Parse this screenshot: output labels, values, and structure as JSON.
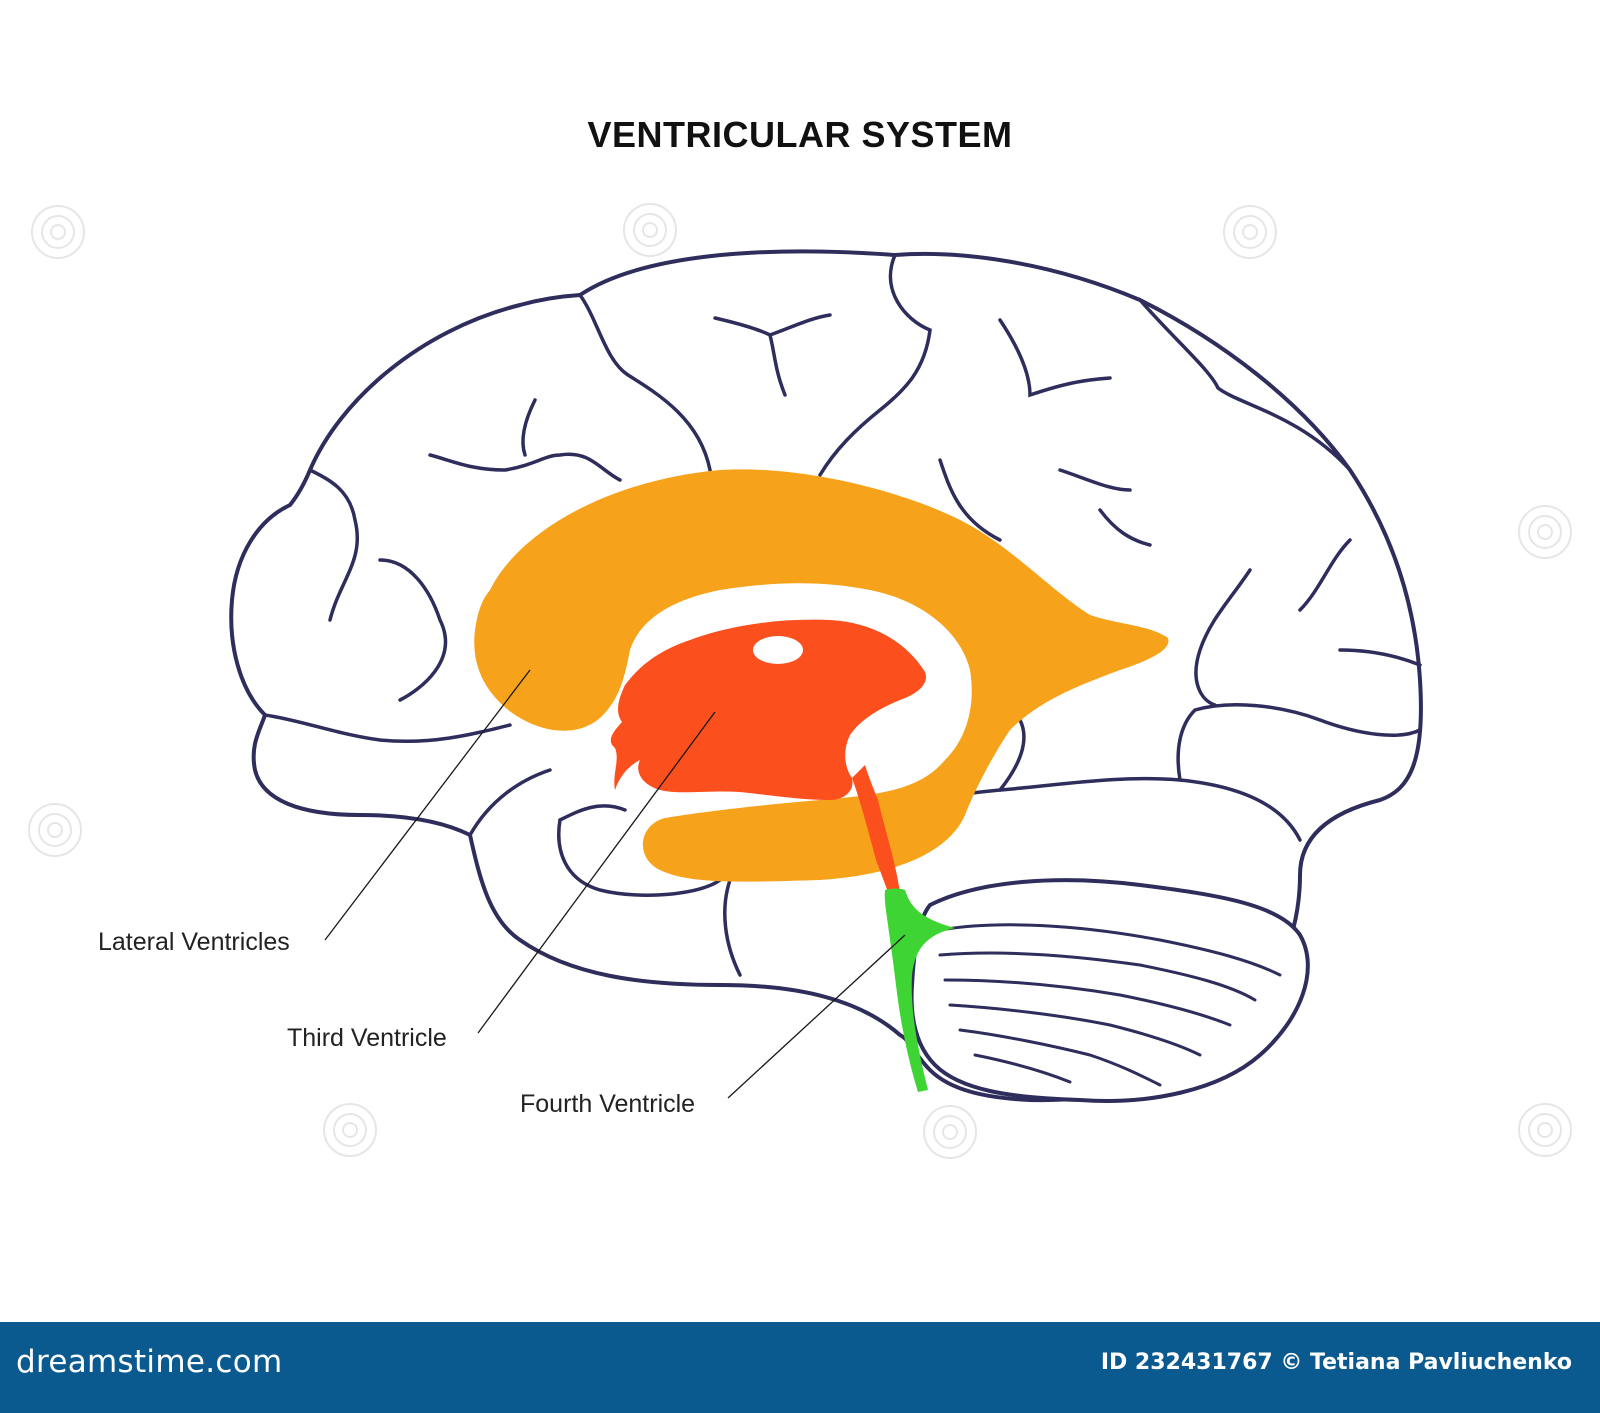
{
  "title": "VENTRICULAR SYSTEM",
  "labels": {
    "lateral": "Lateral Ventricles",
    "third": "Third Ventricle",
    "fourth": "Fourth Ventricle"
  },
  "watermark": {
    "brand": "dreamstime.com",
    "credit": "ID 232431767 © Tetiana Pavliuchenko",
    "icon": "swirl-logo-icon"
  },
  "colors": {
    "outline": "#2e2d5c",
    "lateral": "#f7a21b",
    "third": "#fc4f1e",
    "fourth": "#3ed433",
    "footer": "#0b5a8f"
  }
}
